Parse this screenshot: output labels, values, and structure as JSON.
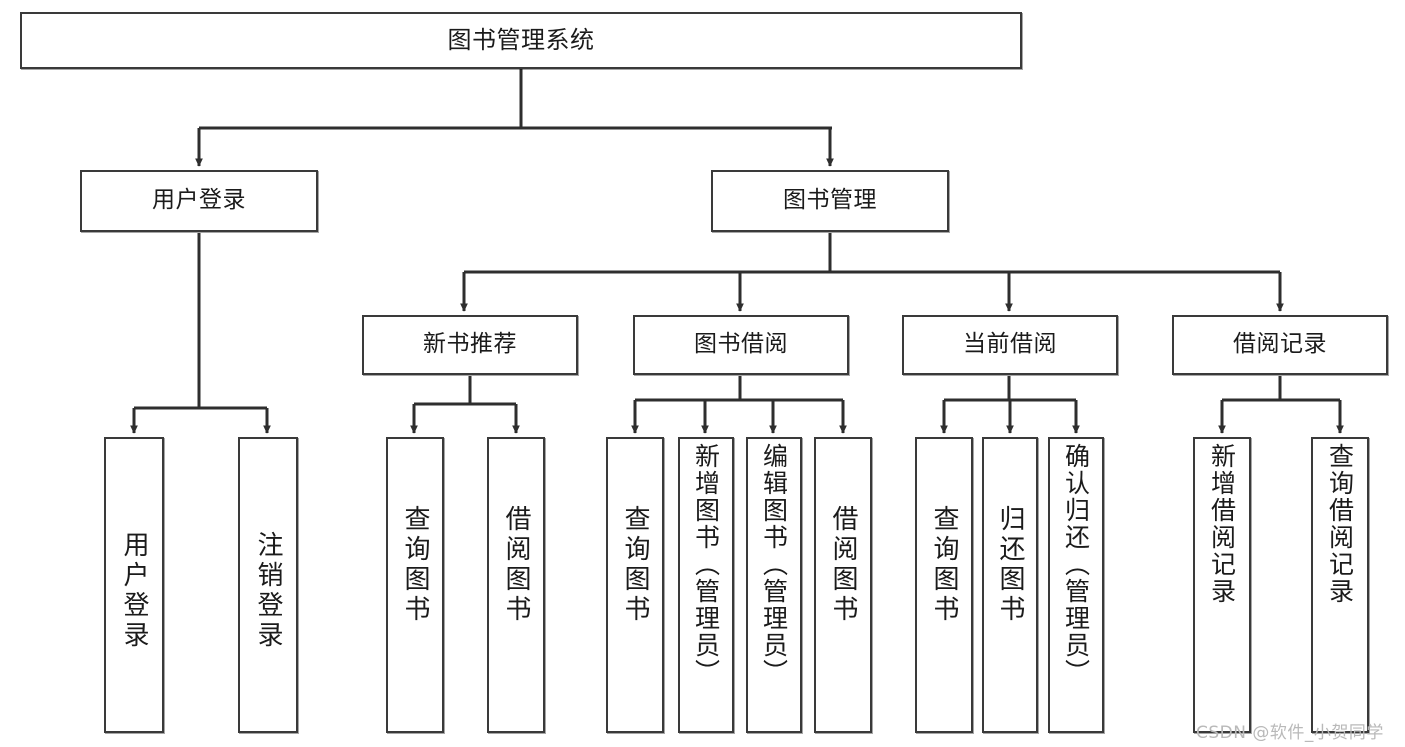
{
  "diagram": {
    "title": "图书管理系统",
    "type": "tree-hierarchy-diagram",
    "colors": {
      "node_border": "#3a3a3a",
      "node_fill": "#ffffff",
      "edge": "#2e2e2e",
      "text": "#1b1b1b",
      "watermark": "#b9b9b9",
      "background": "#ffffff"
    },
    "levels": {
      "root": "图书管理系统",
      "level2": [
        "用户登录",
        "图书管理"
      ],
      "level3": [
        "新书推荐",
        "图书借阅",
        "当前借阅",
        "借阅记录"
      ]
    },
    "nodes": {
      "root": {
        "label": "图书管理系统"
      },
      "user_login": {
        "label": "用户登录"
      },
      "book_manage": {
        "label": "图书管理"
      },
      "new_book_rec": {
        "label": "新书推荐"
      },
      "book_borrow": {
        "label": "图书借阅"
      },
      "current_borrow": {
        "label": "当前借阅"
      },
      "borrow_record": {
        "label": "借阅记录"
      },
      "leaf_user_login": {
        "label": "用户登录"
      },
      "leaf_user_logout": {
        "label": "注销登录"
      },
      "leaf_rec_query_book": {
        "label": "查询图书"
      },
      "leaf_rec_borrow_book": {
        "label": "借阅图书"
      },
      "leaf_borrow_query_book": {
        "label": "查询图书"
      },
      "leaf_borrow_add_book": {
        "label": "新增图书（管理员）"
      },
      "leaf_borrow_edit_book": {
        "label": "编辑图书（管理员）"
      },
      "leaf_borrow_borrow_book": {
        "label": "借阅图书"
      },
      "leaf_cur_query_book": {
        "label": "查询图书"
      },
      "leaf_cur_return_book": {
        "label": "归还图书"
      },
      "leaf_cur_confirm_return": {
        "label": "确认归还（管理员）"
      },
      "leaf_rec_add_record": {
        "label": "新增借阅记录"
      },
      "leaf_rec_query_record": {
        "label": "查询借阅记录"
      }
    },
    "edges": [
      {
        "from": "图书管理系统",
        "to": "用户登录"
      },
      {
        "from": "图书管理系统",
        "to": "图书管理"
      },
      {
        "from": "用户登录",
        "to": "用户登录"
      },
      {
        "from": "用户登录",
        "to": "注销登录"
      },
      {
        "from": "图书管理",
        "to": "新书推荐"
      },
      {
        "from": "图书管理",
        "to": "图书借阅"
      },
      {
        "from": "图书管理",
        "to": "当前借阅"
      },
      {
        "from": "图书管理",
        "to": "借阅记录"
      },
      {
        "from": "新书推荐",
        "to": "查询图书"
      },
      {
        "from": "新书推荐",
        "to": "借阅图书"
      },
      {
        "from": "图书借阅",
        "to": "查询图书"
      },
      {
        "from": "图书借阅",
        "to": "新增图书（管理员）"
      },
      {
        "from": "图书借阅",
        "to": "编辑图书（管理员）"
      },
      {
        "from": "图书借阅",
        "to": "借阅图书"
      },
      {
        "from": "当前借阅",
        "to": "查询图书"
      },
      {
        "from": "当前借阅",
        "to": "归还图书"
      },
      {
        "from": "当前借阅",
        "to": "确认归还（管理员）"
      },
      {
        "from": "借阅记录",
        "to": "新增借阅记录"
      },
      {
        "from": "借阅记录",
        "to": "查询借阅记录"
      }
    ],
    "watermark": "CSDN @软件_小贺同学"
  }
}
